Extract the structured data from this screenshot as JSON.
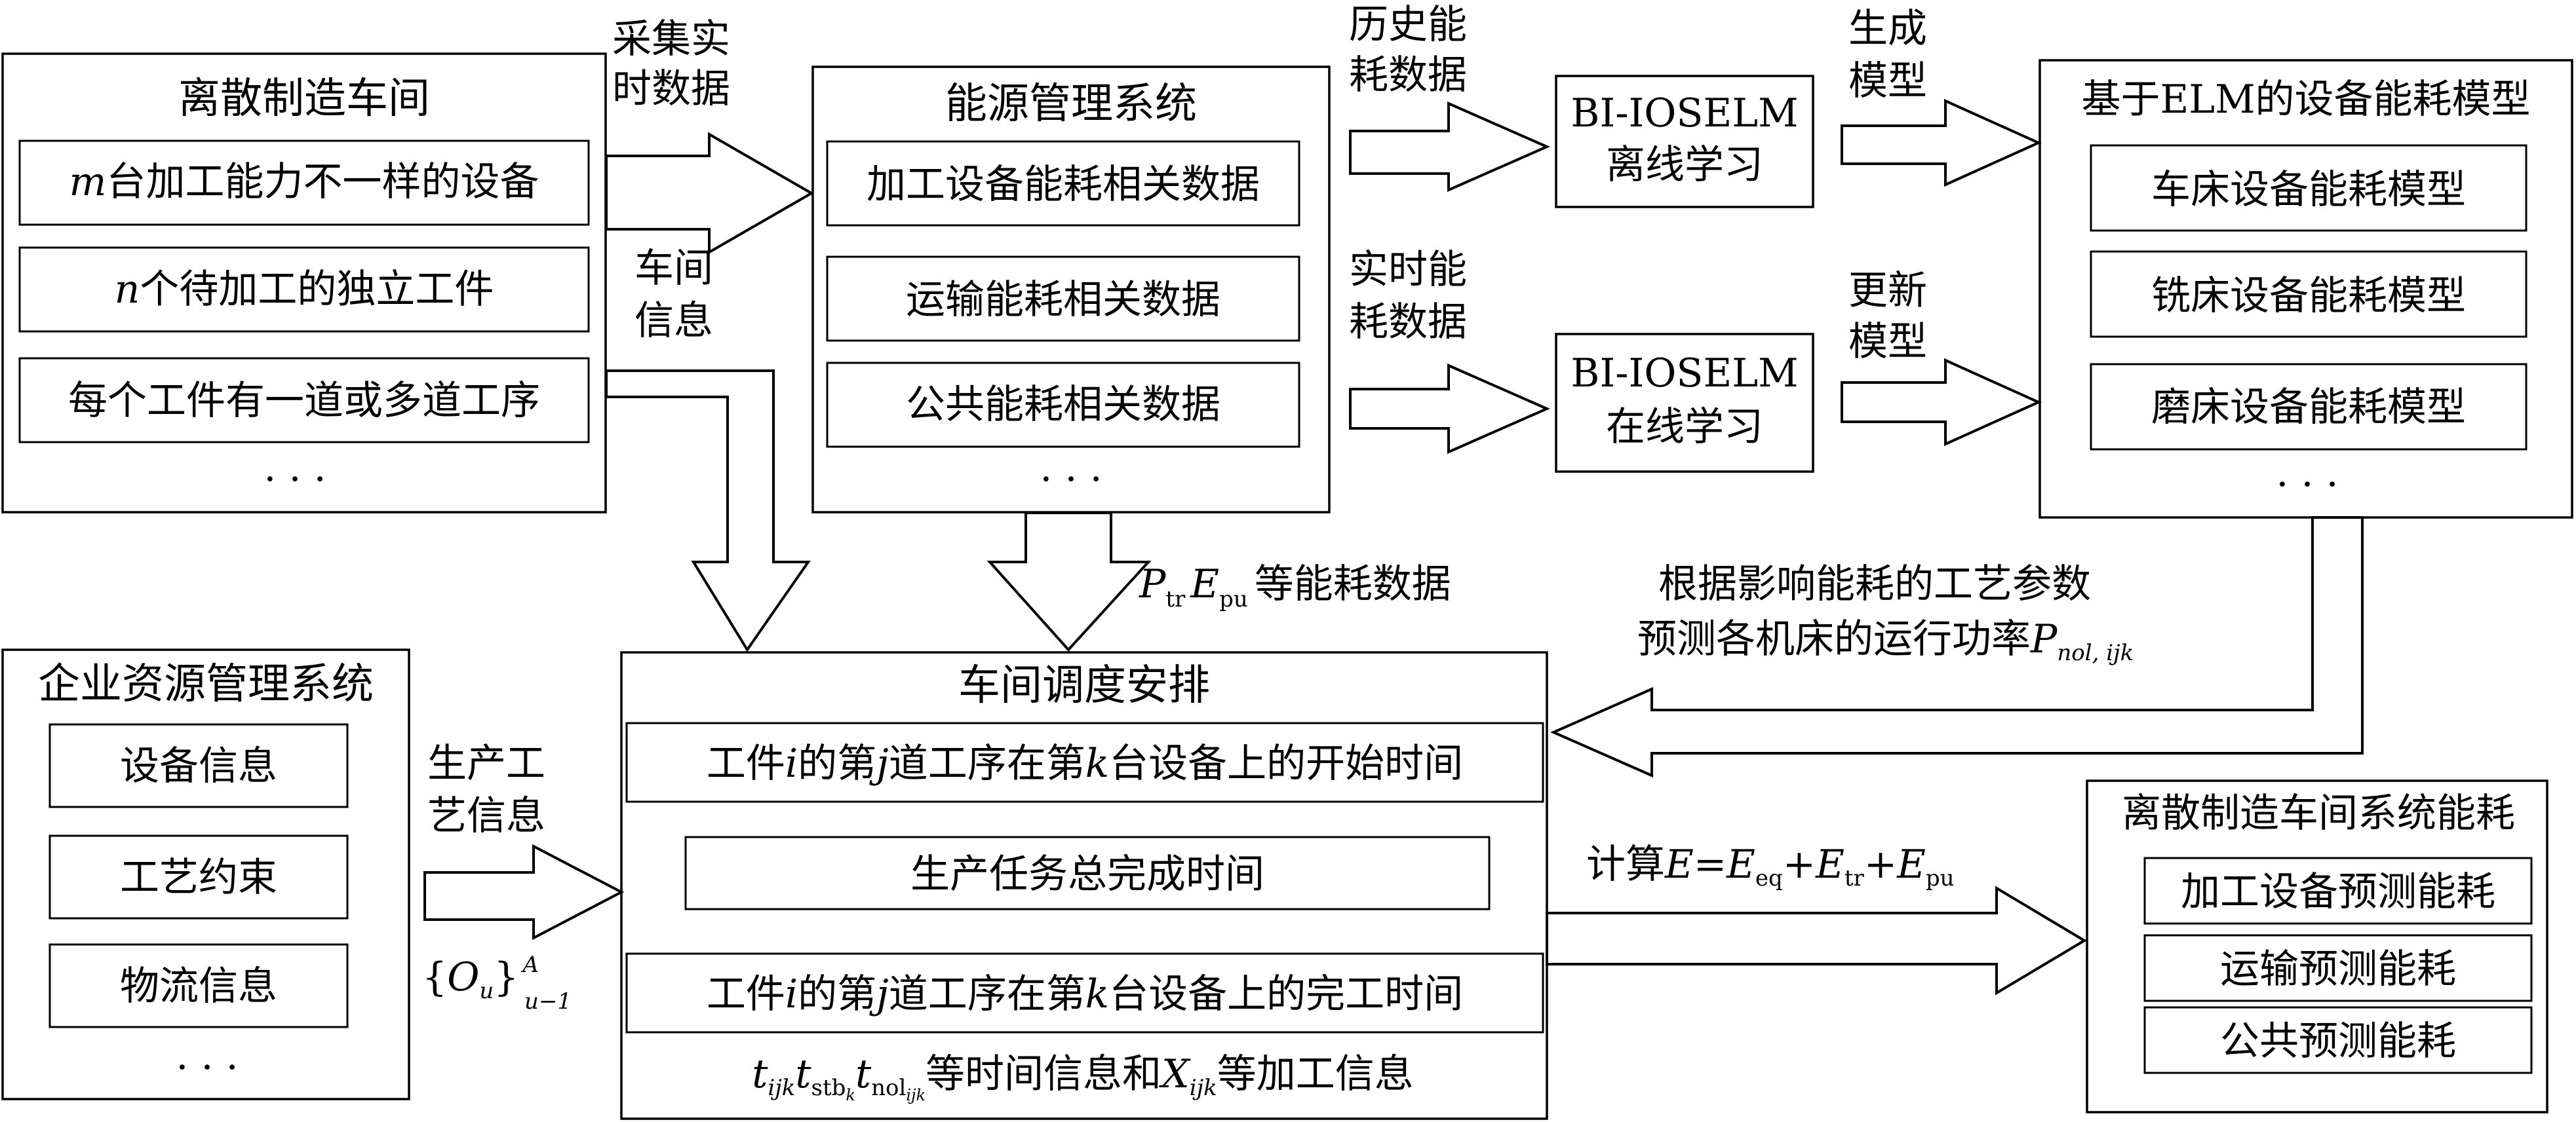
{
  "workshop": {
    "title": "离散制造车间",
    "item1_var": "m",
    "item1_text": "台加工能力不一样的设备",
    "item2_var": "n",
    "item2_text": "个待加工的独立工件",
    "item3_text": "每个工件有一道或多道工序",
    "ellipsis": "· · ·"
  },
  "ems": {
    "title": "能源管理系统",
    "item1": "加工设备能耗相关数据",
    "item2": "运输能耗相关数据",
    "item3": "公共能耗相关数据",
    "ellipsis": "· · ·"
  },
  "offline_box": {
    "line1": "BI-IOSELM",
    "line2": "离线学习"
  },
  "online_box": {
    "line1": "BI-IOSELM",
    "line2": "在线学习"
  },
  "elm": {
    "title": "基于ELM的设备能耗模型",
    "item1": "车床设备能耗模型",
    "item2": "铣床设备能耗模型",
    "item3": "磨床设备能耗模型",
    "ellipsis": "· · ·"
  },
  "erp": {
    "title": "企业资源管理系统",
    "item1": "设备信息",
    "item2": "工艺约束",
    "item3": "物流信息",
    "ellipsis": "· · ·"
  },
  "schedule": {
    "title": "车间调度安排",
    "item1_pre": "工件",
    "item1_i": "i",
    "item1_mid1": "的第",
    "item1_j": "j",
    "item1_mid2": "道工序在第",
    "item1_k": "k",
    "item1_post": "台设备上的开始时间",
    "item2": "生产任务总完成时间",
    "item3_pre": "工件",
    "item3_i": "i",
    "item3_mid1": "的第",
    "item3_j": "j",
    "item3_mid2": "道工序在第",
    "item3_k": "k",
    "item3_post": "台设备上的完工时间",
    "bottom_t": "t",
    "bottom_ijk": "ijk",
    "bottom_stb": "stb",
    "bottom_stb_k": "k",
    "bottom_nol": "nol",
    "bottom_nol_ijk": "ijk",
    "bottom_text1": "等时间信息和",
    "bottom_X": "X",
    "bottom_X_sub": "ijk",
    "bottom_text2": "等加工信息"
  },
  "system_energy": {
    "title": "离散制造车间系统能耗",
    "item1": "加工设备预测能耗",
    "item2": "运输预测能耗",
    "item3": "公共预测能耗"
  },
  "labels": {
    "collect_l1": "采集实",
    "collect_l2": "时数据",
    "workshop_info_l1": "车间",
    "workshop_info_l2": "信息",
    "history_l1": "历史能",
    "history_l2": "耗数据",
    "realtime_l1": "实时能",
    "realtime_l2": "耗数据",
    "generate_l1": "生成",
    "generate_l2": "模型",
    "update_l1": "更新",
    "update_l2": "模型",
    "energy_P": "P",
    "energy_tr": "tr",
    "energy_E": "E",
    "energy_pu": "pu",
    "energy_text": "等能耗数据",
    "predict_l1": "根据影响能耗的工艺参数",
    "predict_l2": "预测各机床的运行功率",
    "predict_P": "P",
    "predict_sub": "nol, ijk",
    "process_l1": "生产工",
    "process_l2": "艺信息",
    "O_brace_open": "{",
    "O_var": "O",
    "O_sub": "u",
    "O_brace_close": "}",
    "O_sup": "A",
    "O_low": "u−1",
    "calc_pre": "计算",
    "calc_E": "E",
    "calc_eq": "=",
    "calc_E1": "E",
    "calc_eq_sub": "eq",
    "calc_plus1": "+",
    "calc_E2": "E",
    "calc_tr_sub": "tr",
    "calc_plus2": "+",
    "calc_E3": "E",
    "calc_pu_sub": "pu"
  }
}
